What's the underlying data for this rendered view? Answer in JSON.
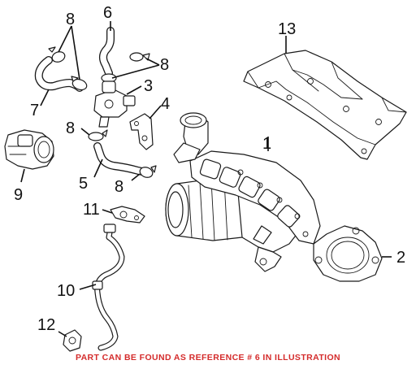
{
  "callouts": {
    "c1": "1",
    "c2": "2",
    "c3": "3",
    "c4": "4",
    "c5": "5",
    "c6": "6",
    "c7": "7",
    "c8a": "8",
    "c8b": "8",
    "c8c": "8",
    "c8d": "8",
    "c9": "9",
    "c10": "10",
    "c11": "11",
    "c12": "12",
    "c13": "13"
  },
  "note": {
    "text": "PART CAN BE FOUND AS REFERENCE # 6 IN ILLUSTRATION",
    "color": "#d42b2b"
  },
  "colors": {
    "line": "#1a1a1a",
    "background": "#ffffff"
  }
}
